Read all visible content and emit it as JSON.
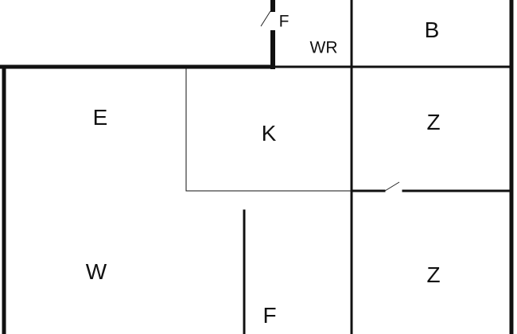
{
  "rooms": [
    {
      "id": "f-top",
      "label": "F"
    },
    {
      "id": "wr",
      "label": "WR"
    },
    {
      "id": "b",
      "label": "B"
    },
    {
      "id": "e",
      "label": "E"
    },
    {
      "id": "k",
      "label": "K"
    },
    {
      "id": "z-upper",
      "label": "Z"
    },
    {
      "id": "w",
      "label": "W"
    },
    {
      "id": "z-lower",
      "label": "Z"
    },
    {
      "id": "f-bottom",
      "label": "F"
    }
  ],
  "colors": {
    "wall": "#111111",
    "background": "#ffffff"
  }
}
